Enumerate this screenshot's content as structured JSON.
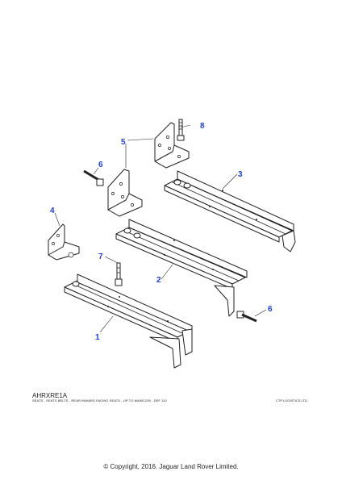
{
  "callouts": {
    "c1": "1",
    "c2": "2",
    "c3": "3",
    "c4": "4",
    "c5": "5",
    "c6a": "6",
    "c6b": "6",
    "c7": "7",
    "c8": "8"
  },
  "footer": {
    "ref_code": "AHRXRE1A",
    "caption": "SEATS - SEATS  BELTS - REAR INWARD FACING SEATS - UP TO MA951239 - DEF 110",
    "vendor": "CTP LOGISTICS LTD",
    "copyright": "© Copyright, 2016. Jaguar Land Rover Limited."
  },
  "colors": {
    "callout": "#1a3fd8",
    "line": "#222222"
  }
}
